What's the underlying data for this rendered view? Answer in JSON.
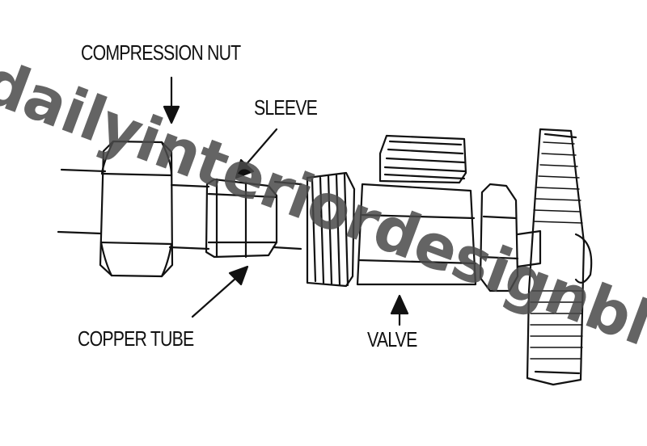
{
  "labels": {
    "compression_nut": "COMPRESSION NUT",
    "sleeve": "SLEEVE",
    "copper_tube": "COPPER TUBE",
    "valve": "VALVE"
  },
  "watermark": "dailyinteriordesignblog.com",
  "colors": {
    "line": "#111111",
    "background": "#ffffff",
    "watermark": "#4a4a4a"
  }
}
